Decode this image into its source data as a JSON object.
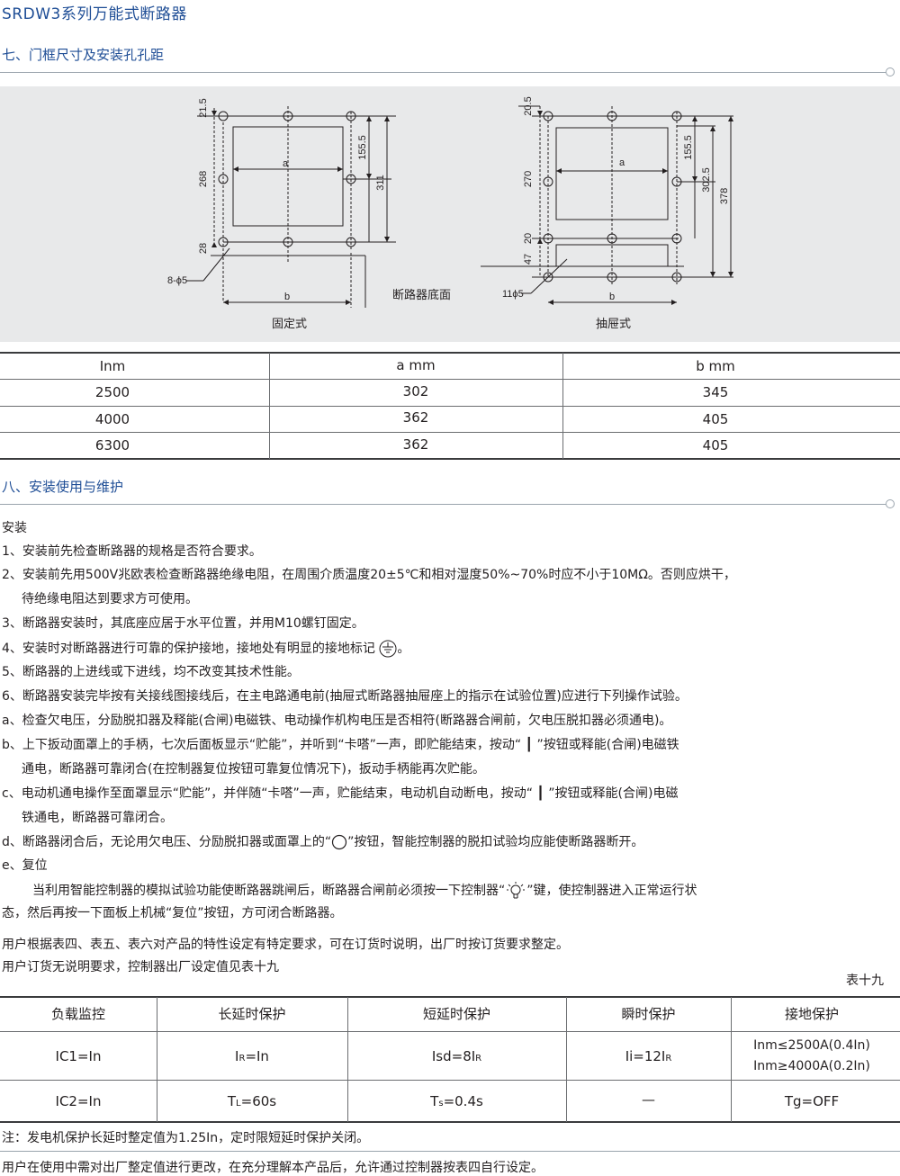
{
  "page_title": "SRDW3系列万能式断路器",
  "section7": {
    "title": "七、门框尺寸及安装孔孔距",
    "figure": {
      "fixed": {
        "caption": "固定式",
        "dims": {
          "d1": "21.5",
          "d2": "268",
          "d3": "28",
          "d4": "155.5",
          "d5": "311",
          "holes": "8-ϕ5",
          "a": "a",
          "b": "b"
        }
      },
      "drawer": {
        "caption": "抽屉式",
        "dims": {
          "d1": "20.5",
          "d2": "270",
          "d3": "20",
          "d4": "47",
          "d5": "155.5",
          "d6": "302.5",
          "d7": "378",
          "holes": "11ϕ5",
          "a": "a",
          "b": "b"
        }
      },
      "base_label": "断路器底面"
    },
    "table": {
      "headers": [
        "Inm",
        "a mm",
        "b mm"
      ],
      "rows": [
        [
          "2500",
          "302",
          "345"
        ],
        [
          "4000",
          "362",
          "405"
        ],
        [
          "6300",
          "362",
          "405"
        ]
      ]
    }
  },
  "section8": {
    "title": "八、安装使用与维护",
    "install_heading": "安装",
    "items": {
      "i1": "1、安装前先检查断路器的规格是否符合要求。",
      "i2a": "2、安装前先用500V兆欧表检查断路器绝缘电阻，在周围介质温度20±5℃和相对湿度50%~70%时应不小于10MΩ。否则应烘干，",
      "i2b": "待绝缘电阻达到要求方可使用。",
      "i3": "3、断路器安装时，其底座应居于水平位置，并用M10螺钉固定。",
      "i4a": "4、安装时对断路器进行可靠的保护接地，接地处有明显的接地标记",
      "i4b": "。",
      "i5": "5、断路器的上进线或下进线，均不改变其技术性能。",
      "i6": "6、断路器安装完毕按有关接线图接线后，在主电路通电前(抽屉式断路器抽屉座上的指示在试验位置)应进行下列操作试验。",
      "ia": "a、检查欠电压，分励脱扣器及释能(合闸)电磁铁、电动操作机构电压是否相符(断路器合闸前，欠电压脱扣器必须通电)。",
      "ib1": "b、上下扳动面罩上的手柄，七次后面板显示“贮能”，并听到“卡嗒”一声，即贮能结束，按动“ ┃ ”按钮或释能(合闸)电磁铁",
      "ib2": "通电，断路器可靠闭合(在控制器复位按钮可靠复位情况下)，扳动手柄能再次贮能。",
      "ic1": "c、电动机通电操作至面罩显示“贮能”，并伴随“卡嗒”一声，贮能结束，电动机自动断电，按动“ ┃ ”按钮或释能(合闸)电磁",
      "ic2": "铁通电，断路器可靠闭合。",
      "id_a": "d、断路器闭合后，无论用欠电压、分励脱扣器或面罩上的“",
      "id_b": "”按钮，智能控制器的脱扣试验均应能使断路器断开。",
      "ie": "e、复位",
      "ie1a": "当利用智能控制器的模拟试验功能使断路器跳闸后，断路器合闸前必须按一下控制器“",
      "ie1b": "”键，使控制器进入正常运行状",
      "ie2": "态，然后再按一下面板上机械“复位”按钮，方可闭合断路器。",
      "u1": "用户根据表四、表五、表六对产品的特性设定有特定要求，可在订货时说明，出厂时按订货要求整定。",
      "u2": "用户订货无说明要求，控制器出厂设定值见表十九"
    },
    "table19": {
      "label": "表十九",
      "headers": [
        "负载监控",
        "长延时保护",
        "短延时保护",
        "瞬时保护",
        "接地保护"
      ],
      "row1": {
        "c1": "IC1=In",
        "c2a": "I",
        "c2s": "R",
        "c2b": "=In",
        "c3a": "Isd=8I",
        "c3s": "R",
        "c4a": "Ii=12I",
        "c4s": "R",
        "c5a": "Inm≤2500A(0.4In)",
        "c5b": "Inm≥4000A(0.2In)"
      },
      "row2": {
        "c1": "IC2=In",
        "c2a": "T",
        "c2s": "L",
        "c2b": "=60s",
        "c3a": "T",
        "c3s": "s",
        "c3b": "=0.4s",
        "c4": "—",
        "c5": "Tg=OFF"
      }
    },
    "note": "注：发电机保护长延时整定值为1.25In，定时限短延时保护关闭。",
    "footer": "用户在使用中需对出厂整定值进行更改，在充分理解本产品后，允许通过控制器按表四自行设定。"
  }
}
